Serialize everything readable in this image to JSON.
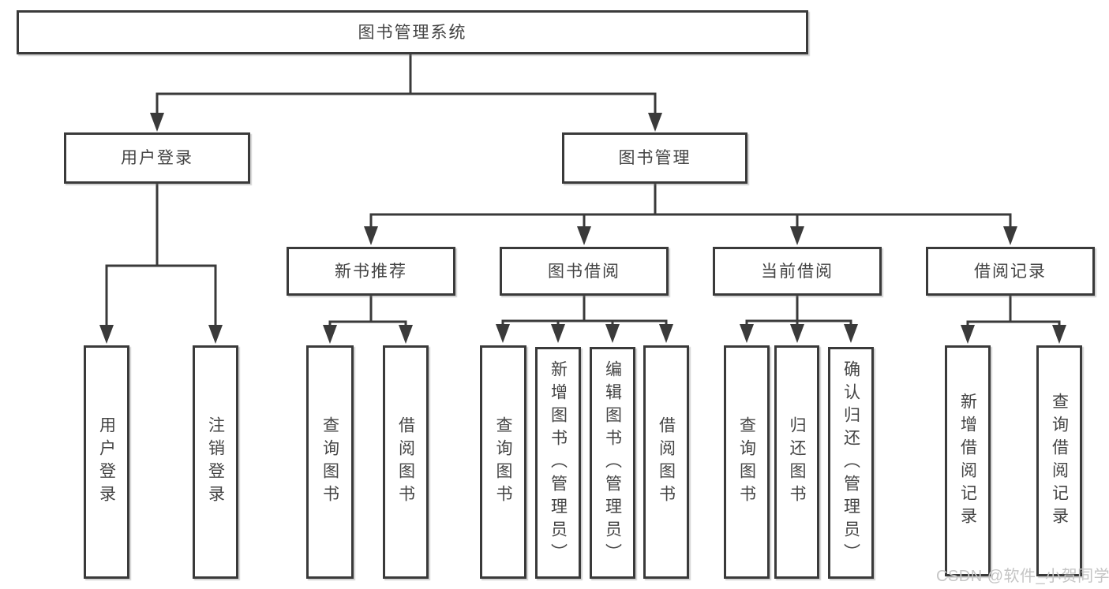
{
  "diagram": {
    "colors": {
      "line": "#3a3a3a",
      "text": "#444444",
      "box_background": "#ffffff",
      "page_background": "#ffffff"
    },
    "root": {
      "label": "图书管理系统"
    },
    "level2": [
      {
        "id": "user-login",
        "label": "用户登录",
        "parent": "图书管理系统"
      },
      {
        "id": "book-management",
        "label": "图书管理",
        "parent": "图书管理系统"
      }
    ],
    "level3": [
      {
        "id": "new-book-recommend",
        "label": "新书推荐",
        "parent": "图书管理"
      },
      {
        "id": "book-borrow",
        "label": "图书借阅",
        "parent": "图书管理"
      },
      {
        "id": "current-borrow",
        "label": "当前借阅",
        "parent": "图书管理"
      },
      {
        "id": "borrow-records",
        "label": "借阅记录",
        "parent": "图书管理"
      }
    ],
    "leaves": [
      {
        "id": "user-login",
        "label": "用户登录",
        "parent": "用户登录"
      },
      {
        "id": "logout",
        "label": "注销登录",
        "parent": "用户登录"
      },
      {
        "id": "query-books-1",
        "label": "查询图书",
        "parent": "新书推荐"
      },
      {
        "id": "borrow-books-1",
        "label": "借阅图书",
        "parent": "新书推荐"
      },
      {
        "id": "query-books-2",
        "label": "查询图书",
        "parent": "图书借阅"
      },
      {
        "id": "add-books-admin",
        "label": "新增图书（管理员）",
        "parent": "图书借阅"
      },
      {
        "id": "edit-books-admin",
        "label": "编辑图书（管理员）",
        "parent": "图书借阅"
      },
      {
        "id": "borrow-books-2",
        "label": "借阅图书",
        "parent": "图书借阅"
      },
      {
        "id": "query-books-3",
        "label": "查询图书",
        "parent": "当前借阅"
      },
      {
        "id": "return-books",
        "label": "归还图书",
        "parent": "当前借阅"
      },
      {
        "id": "confirm-return-admin",
        "label": "确认归还（管理员）",
        "parent": "当前借阅"
      },
      {
        "id": "add-borrow-record",
        "label": "新增借阅记录",
        "parent": "借阅记录"
      },
      {
        "id": "query-borrow-record",
        "label": "查询借阅记录",
        "parent": "借阅记录"
      }
    ]
  },
  "watermark": {
    "text": "CSDN @软件_小贺同学",
    "color": "#c5c5c5"
  }
}
